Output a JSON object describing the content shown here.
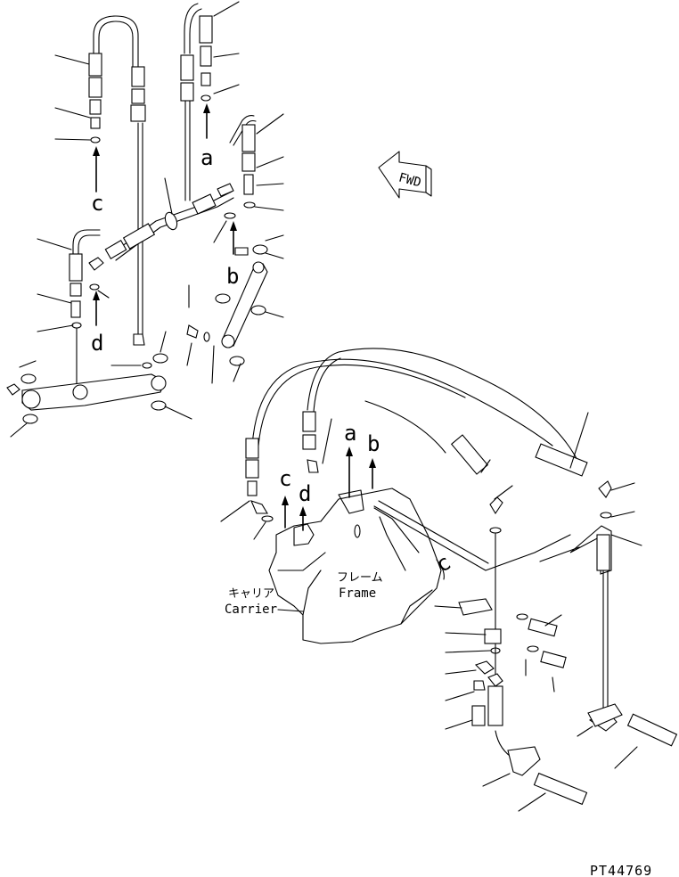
{
  "figure": {
    "view_labels": {
      "a": "a",
      "b": "b",
      "c": "c",
      "d": "d"
    },
    "frame_jp": "フレーム",
    "frame_en": "Frame",
    "carrier_jp": "キャリア",
    "carrier_en": "Carrier",
    "fwd": "FWD",
    "figure_code": "PT44769"
  },
  "colors": {
    "ink": "#000000",
    "paper": "#ffffff"
  }
}
